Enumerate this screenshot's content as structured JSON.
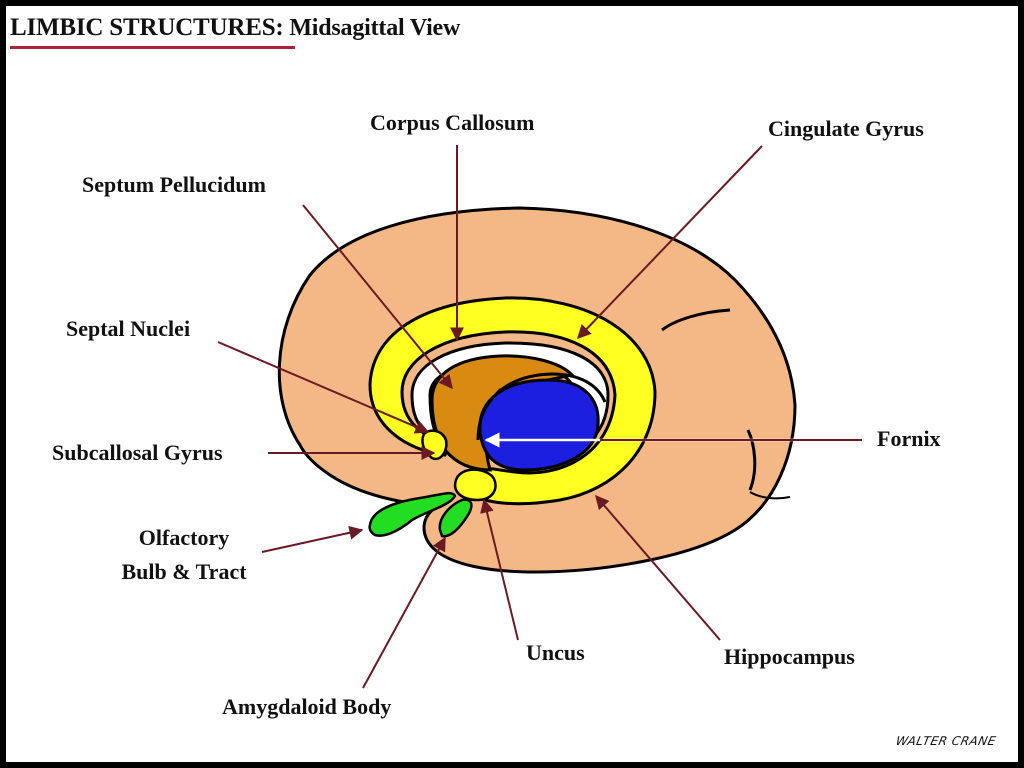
{
  "title": {
    "main": "LIMBIC STRUCTURES:",
    "sub": " Midsagittal View"
  },
  "labels": {
    "corpus_callosum": "Corpus Callosum",
    "cingulate_gyrus": "Cingulate Gyrus",
    "septum_pellucidum": "Septum Pellucidum",
    "septal_nuclei": "Septal Nuclei",
    "fornix": "Fornix",
    "subcallosal_gyrus": "Subcallosal Gyrus",
    "olfactory_line1": "Olfactory",
    "olfactory_line2": "Bulb & Tract",
    "uncus": "Uncus",
    "hippocampus": "Hippocampus",
    "amygdaloid_body": "Amygdaloid Body"
  },
  "signature": "WALTER CRANE",
  "colors": {
    "brain": "#f4b886",
    "cingulate_yellow": "#ffff22",
    "septum_orange": "#d98a10",
    "thalamus_blue": "#1c1ee0",
    "olfactory_green": "#22dd22",
    "arrow": "#6a1a22",
    "underline": "#b0223a"
  }
}
